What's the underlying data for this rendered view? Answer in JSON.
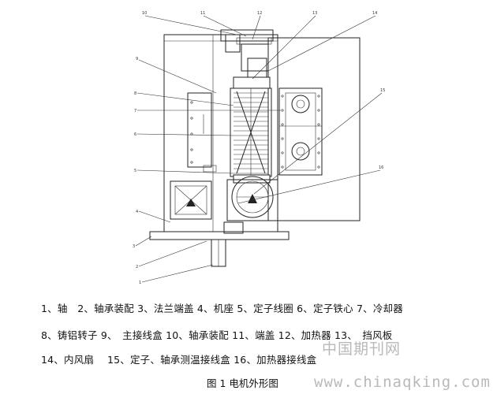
{
  "callout_numbers": [
    "10",
    "11",
    "12",
    "13",
    "14",
    "9",
    "8",
    "7",
    "6",
    "5",
    "4",
    "3",
    "2",
    "1",
    "15",
    "16"
  ],
  "legend": {
    "line1": "1、轴　2、轴承装配 3、法兰端盖 4、机座 5、定子线圈 6、定子铁心 7、冷却器",
    "line2": "8、铸铝转子 9、　主接线盒 10、轴承装配 11、端盖 12、加热器 13、　挡风板",
    "line3": "14、内风扇　 15、定子、轴承测温接线盒 16、加热器接线盒"
  },
  "caption": "图 1 电机外形图",
  "watermark": {
    "chinese": "中国期刊网",
    "url": "www.chinaqking.com"
  }
}
